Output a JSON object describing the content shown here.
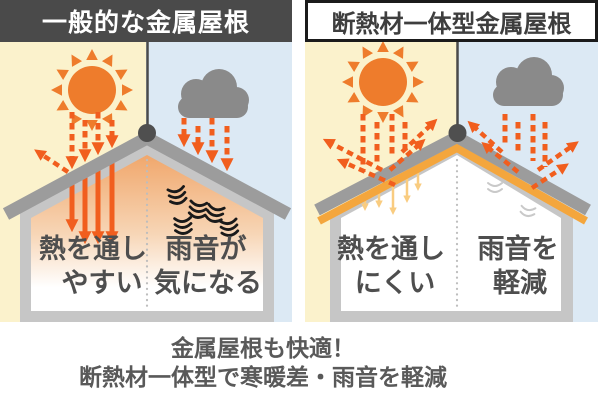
{
  "left_panel": {
    "title": "一般的な金属屋根",
    "heat_label": {
      "line1": "熱を通し",
      "line2": "やすい"
    },
    "rain_label": {
      "line1": "雨音が",
      "line2": "気になる"
    }
  },
  "right_panel": {
    "title": "断熱材一体型金属屋根",
    "heat_label": {
      "line1": "熱を通し",
      "line2": "にくい"
    },
    "rain_label": {
      "line1": "雨音を",
      "line2": "軽減"
    }
  },
  "caption": {
    "line1": "金属屋根も快適！",
    "line2": "断熱材一体型で寒暖差・雨音を軽減"
  },
  "icons": {
    "sun": "sun-icon",
    "rain_cloud": "rain-cloud-icon",
    "sound_waves": "sound-wave-icon",
    "roof_peak": "roof-peak-joint"
  },
  "colors": {
    "sun_bg": "#FBF2CC",
    "rain_bg": "#DCE9F4",
    "sun": "#EE7C2C",
    "arrow": "#F15E1E",
    "cloud": "#8A8A8A",
    "roof": "#9C9C9C",
    "wall": "#C6C6C6",
    "insulation": "#F4A63D",
    "header_bar": "#4A4A4A",
    "label_text": "#4E4E4E",
    "caption_text": "#595959",
    "faint_arrow": "#F9CC80",
    "sound_wave": "#1A1A1A"
  }
}
